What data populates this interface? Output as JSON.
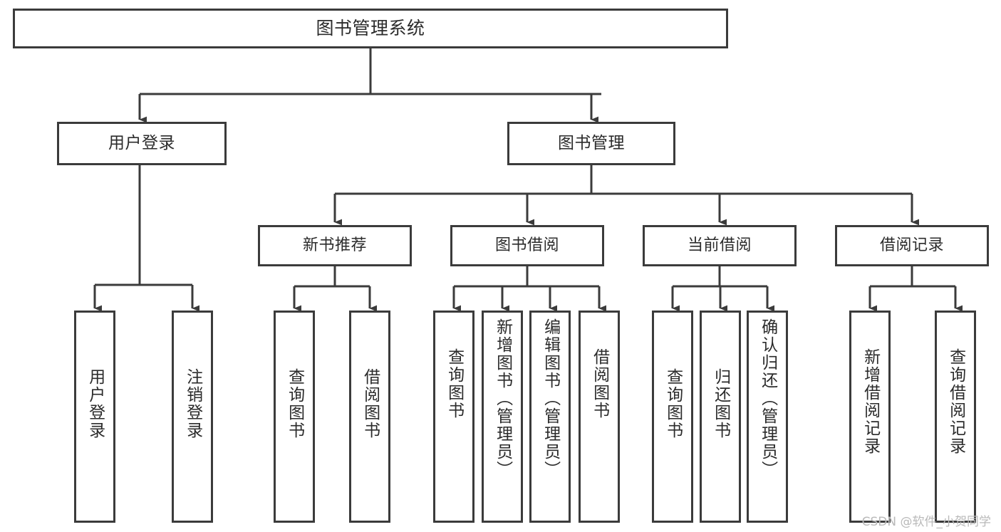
{
  "diagram": {
    "type": "tree-hierarchy-chart",
    "title": "图书管理系统",
    "watermark": "CSDN @软件_小贺同学",
    "colors": {
      "stroke": "#3b3b3b",
      "fill": "#ffffff",
      "text": "#2b2b2b",
      "watermark": "#b9b9b9"
    },
    "nodes": {
      "root": {
        "label": "图书管理系统"
      },
      "level1": [
        {
          "id": "user-login",
          "label": "用户登录"
        },
        {
          "id": "book-manage",
          "label": "图书管理"
        }
      ],
      "level2": [
        {
          "id": "new-book-recommend",
          "label": "新书推荐",
          "parent": "book-manage"
        },
        {
          "id": "book-borrow",
          "label": "图书借阅",
          "parent": "book-manage"
        },
        {
          "id": "current-borrow",
          "label": "当前借阅",
          "parent": "book-manage"
        },
        {
          "id": "borrow-record",
          "label": "借阅记录",
          "parent": "book-manage"
        }
      ],
      "leaves": [
        {
          "id": "leaf-user-login",
          "label": "用户登录",
          "parent": "user-login"
        },
        {
          "id": "leaf-logout",
          "label": "注销登录",
          "parent": "user-login"
        },
        {
          "id": "leaf-query-book-1",
          "label": "查询图书",
          "parent": "new-book-recommend"
        },
        {
          "id": "leaf-borrow-book-1",
          "label": "借阅图书",
          "parent": "new-book-recommend"
        },
        {
          "id": "leaf-query-book-2",
          "label": "查询图书",
          "parent": "book-borrow"
        },
        {
          "id": "leaf-add-book",
          "label": "新增图书（管理员）",
          "parent": "book-borrow"
        },
        {
          "id": "leaf-edit-book",
          "label": "编辑图书（管理员）",
          "parent": "book-borrow"
        },
        {
          "id": "leaf-borrow-book-2",
          "label": "借阅图书",
          "parent": "book-borrow"
        },
        {
          "id": "leaf-query-book-3",
          "label": "查询图书",
          "parent": "current-borrow"
        },
        {
          "id": "leaf-return-book",
          "label": "归还图书",
          "parent": "current-borrow"
        },
        {
          "id": "leaf-confirm-return",
          "label": "确认归还（管理员）",
          "parent": "current-borrow"
        },
        {
          "id": "leaf-add-record",
          "label": "新增借阅记录",
          "parent": "borrow-record"
        },
        {
          "id": "leaf-query-record",
          "label": "查询借阅记录",
          "parent": "borrow-record"
        }
      ]
    }
  }
}
